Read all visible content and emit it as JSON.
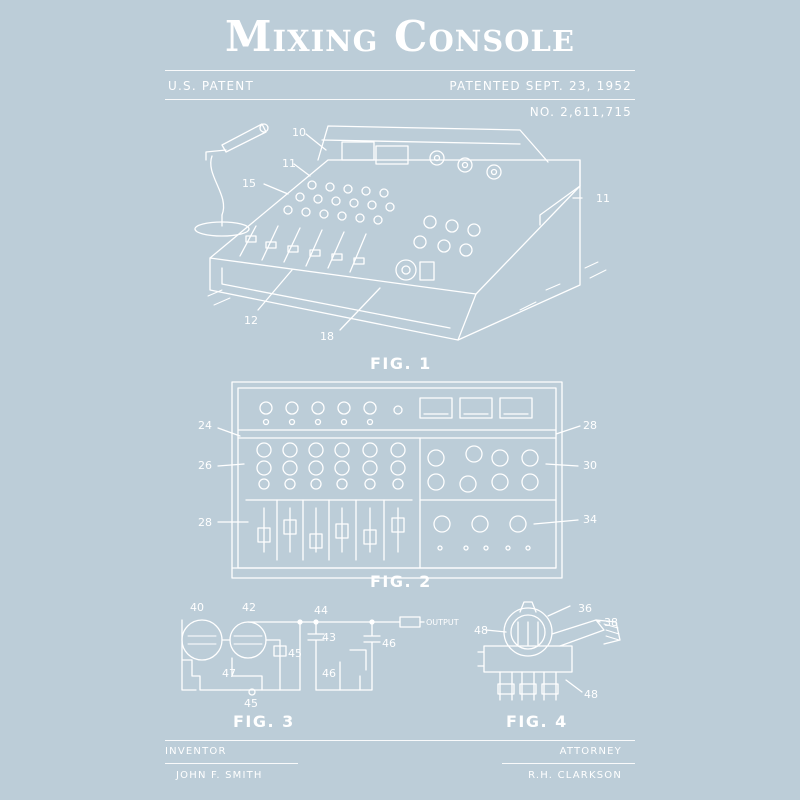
{
  "title": "Mixing Console",
  "header": {
    "left": "U.S. PATENT",
    "right": "PATENTED SEPT. 23, 1952",
    "number": "NO. 2,611,715"
  },
  "figures": {
    "fig1": {
      "caption": "FIG. 1",
      "refs": {
        "r10": "10",
        "r11a": "11",
        "r11b": "11",
        "r15": "15",
        "r12": "12",
        "r18": "18"
      }
    },
    "fig2": {
      "caption": "FIG. 2",
      "refs": {
        "r24": "24",
        "r26": "26",
        "r28a": "28",
        "r28b": "28",
        "r30": "30",
        "r34": "34"
      }
    },
    "fig3": {
      "caption": "FIG. 3",
      "refs": {
        "r40": "40",
        "r42": "42",
        "r44": "44",
        "r43": "43",
        "r45a": "45",
        "r45b": "45",
        "r46a": "46",
        "r46b": "46",
        "r47": "47"
      },
      "output_label": "OUTPUT"
    },
    "fig4": {
      "caption": "FIG. 4",
      "refs": {
        "r36": "36",
        "r38": "38",
        "r48a": "48",
        "r48b": "48"
      }
    }
  },
  "footer": {
    "inventor_label": "INVENTOR",
    "inventor_name": "JOHN F. SMITH",
    "attorney_label": "ATTORNEY",
    "attorney_name": "R.H. CLARKSON"
  },
  "colors": {
    "background": "#bccdd8",
    "ink": "#ffffff"
  }
}
